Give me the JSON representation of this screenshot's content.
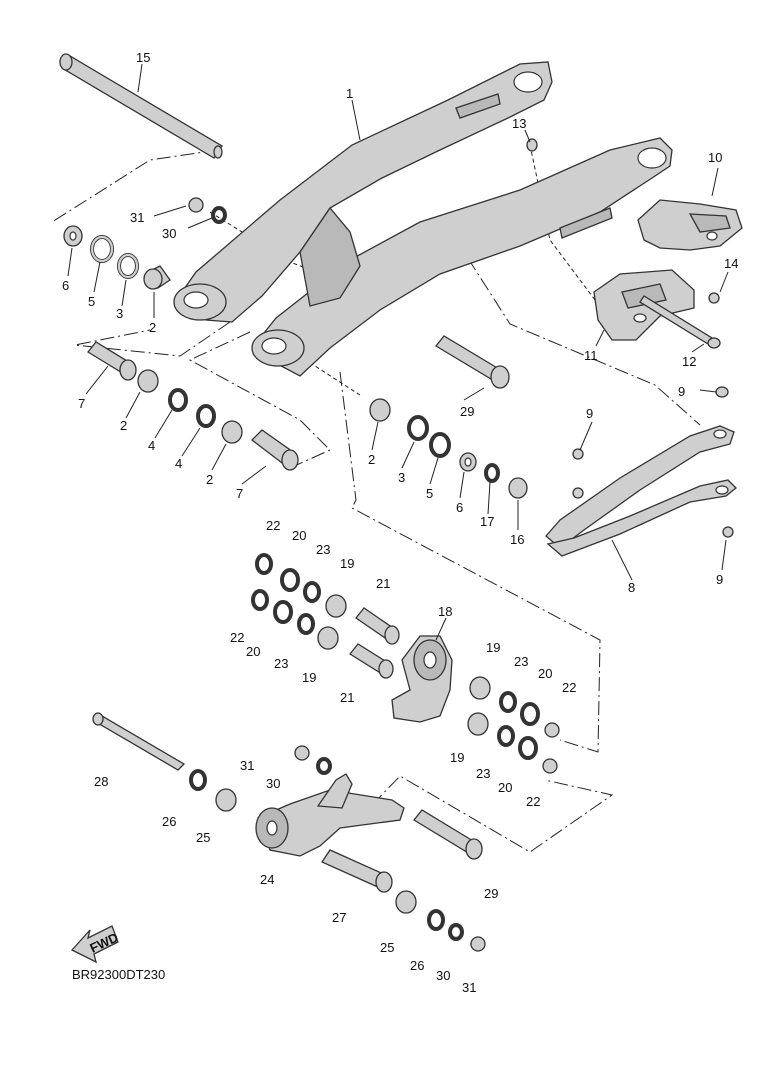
{
  "diagram_code": "BR92300DT230",
  "fwd_label": "FWD",
  "callouts": {
    "c1": "1",
    "c2a": "2",
    "c2b": "2",
    "c2c": "2",
    "c2d": "2",
    "c3a": "3",
    "c3b": "3",
    "c4a": "4",
    "c4b": "4",
    "c5a": "5",
    "c5b": "5",
    "c6a": "6",
    "c6b": "6",
    "c7a": "7",
    "c7b": "7",
    "c8": "8",
    "c9a": "9",
    "c9b": "9",
    "c9c": "9",
    "c10": "10",
    "c11": "11",
    "c12": "12",
    "c13": "13",
    "c14": "14",
    "c15": "15",
    "c16": "16",
    "c17": "17",
    "c18": "18",
    "c19a": "19",
    "c19b": "19",
    "c19c": "19",
    "c19d": "19",
    "c20a": "20",
    "c20b": "20",
    "c20c": "20",
    "c20d": "20",
    "c21a": "21",
    "c21b": "21",
    "c22a": "22",
    "c22b": "22",
    "c22c": "22",
    "c22d": "22",
    "c23a": "23",
    "c23b": "23",
    "c23c": "23",
    "c23d": "23",
    "c24": "24",
    "c25a": "25",
    "c25b": "25",
    "c26a": "26",
    "c26b": "26",
    "c27": "27",
    "c28": "28",
    "c29a": "29",
    "c29b": "29",
    "c30a": "30",
    "c30b": "30",
    "c30c": "30",
    "c31a": "31",
    "c31b": "31",
    "c31c": "31"
  }
}
